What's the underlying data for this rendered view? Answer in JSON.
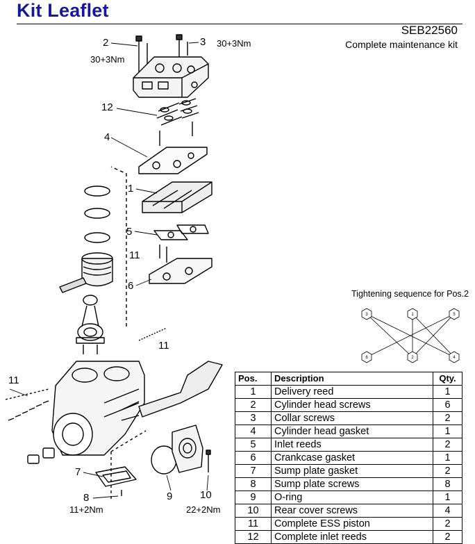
{
  "header": {
    "title": "Kit Leaflet",
    "doc_code": "SEB22560",
    "doc_subtitle": "Complete maintenance kit"
  },
  "callouts": {
    "n1": "1",
    "n2": "2",
    "n3": "3",
    "n4": "4",
    "n5": "5",
    "n6": "6",
    "n7": "7",
    "n8": "8",
    "n9": "9",
    "n10": "10",
    "n11a": "11",
    "n11b": "11",
    "n11c": "11",
    "n12": "12"
  },
  "torques": {
    "t2": "30+3Nm",
    "t3": "30+3Nm",
    "t8": "11+2Nm",
    "t10": "22+2Nm"
  },
  "tightening": {
    "title": "Tightening sequence for Pos.2",
    "nodes": [
      "3",
      "1",
      "5",
      "6",
      "2",
      "4"
    ]
  },
  "parts_table": {
    "headers": {
      "pos": "Pos.",
      "description": "Description",
      "qty": "Qty."
    },
    "rows": [
      {
        "pos": "1",
        "description": "Delivery reed",
        "qty": "1"
      },
      {
        "pos": "2",
        "description": "Cylinder head screws",
        "qty": "6"
      },
      {
        "pos": "3",
        "description": "Collar screws",
        "qty": "2"
      },
      {
        "pos": "4",
        "description": "Cylinder head gasket",
        "qty": "1"
      },
      {
        "pos": "5",
        "description": "Inlet reeds",
        "qty": "2"
      },
      {
        "pos": "6",
        "description": "Crankcase gasket",
        "qty": "1"
      },
      {
        "pos": "7",
        "description": "Sump plate gasket",
        "qty": "2"
      },
      {
        "pos": "8",
        "description": "Sump plate screws",
        "qty": "8"
      },
      {
        "pos": "9",
        "description": "O-ring",
        "qty": "1"
      },
      {
        "pos": "10",
        "description": "Rear cover screws",
        "qty": "4"
      },
      {
        "pos": "11",
        "description": "Complete ESS piston",
        "qty": "2"
      },
      {
        "pos": "12",
        "description": "Complete inlet reeds",
        "qty": "2"
      }
    ]
  }
}
